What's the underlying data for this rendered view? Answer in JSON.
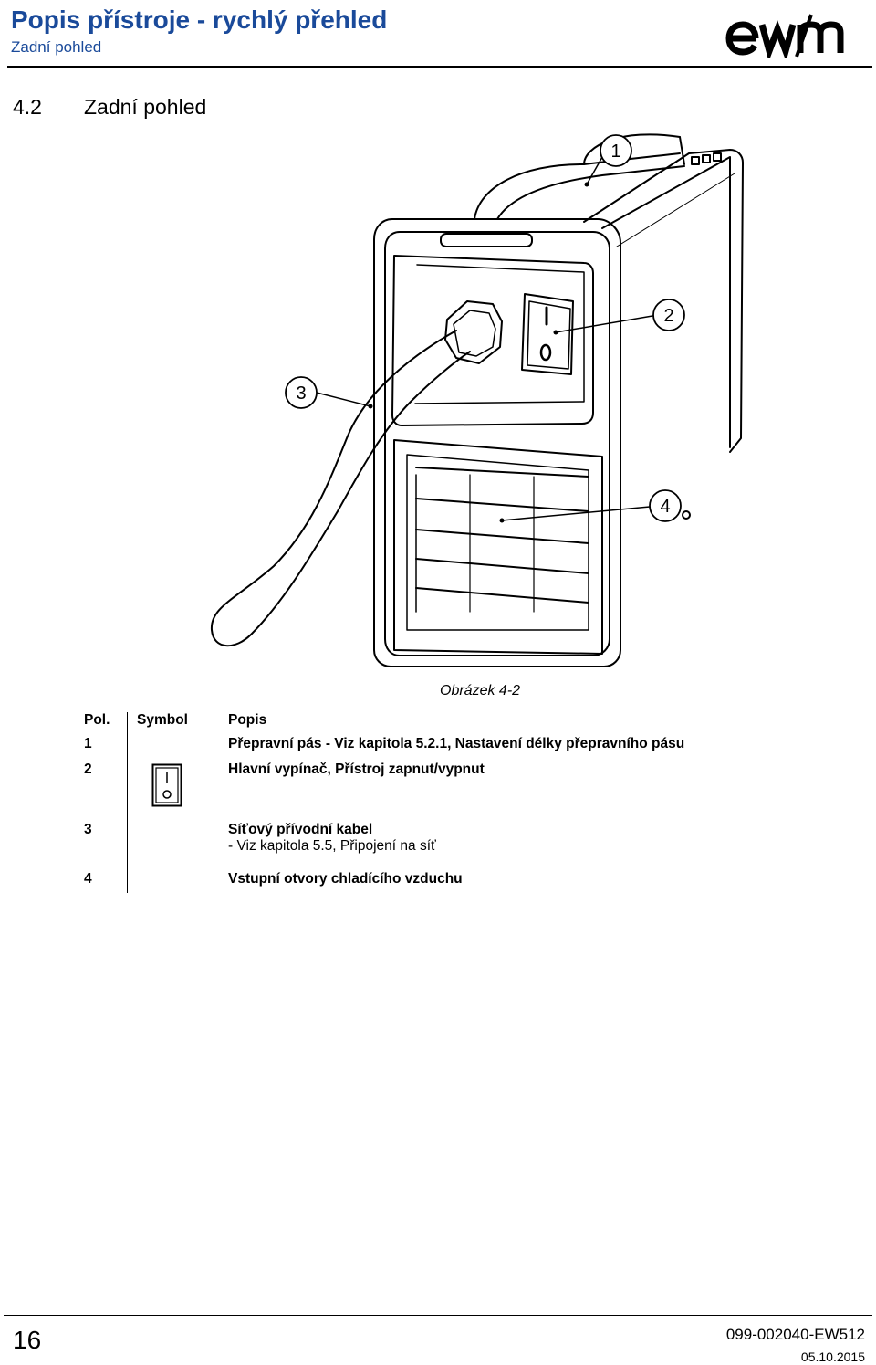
{
  "header": {
    "title": "Popis přístroje - rychlý přehled",
    "subtitle": "Zadní pohled",
    "logo_text": "ewm"
  },
  "section": {
    "number": "4.2",
    "title": "Zadní pohled"
  },
  "figure": {
    "caption": "Obrázek 4-2",
    "callouts": [
      "1",
      "2",
      "3",
      "4"
    ],
    "switch_labels": [
      "I",
      "0"
    ]
  },
  "legend": {
    "headers": {
      "pos": "Pol.",
      "symbol": "Symbol",
      "description": "Popis"
    },
    "rows": [
      {
        "pos": "1",
        "symbol": "",
        "text": "Přepravní pás - Viz kapitola 5.2.1, Nastavení délky přepravního pásu",
        "sub": ""
      },
      {
        "pos": "2",
        "symbol": "switch-symbol",
        "text": "Hlavní vypínač, Přístroj zapnut/vypnut",
        "sub": ""
      },
      {
        "pos": "3",
        "symbol": "",
        "text": "Síťový přívodní kabel",
        "sub": "- Viz kapitola 5.5, Připojení na síť"
      },
      {
        "pos": "4",
        "symbol": "",
        "text": "Vstupní otvory chladícího vzduchu",
        "sub": ""
      }
    ]
  },
  "footer": {
    "page": "16",
    "doc_number": "099-002040-EW512",
    "date": "05.10.2015"
  },
  "colors": {
    "heading_blue": "#1a4a9a",
    "ink": "#000000"
  }
}
